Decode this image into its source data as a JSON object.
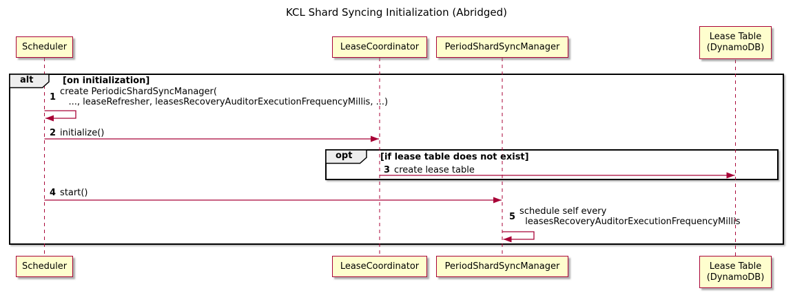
{
  "title": "KCL Shard Syncing Initialization (Abridged)",
  "participants": [
    {
      "id": "scheduler",
      "label": "Scheduler"
    },
    {
      "id": "lease-coordinator",
      "label": "LeaseCoordinator"
    },
    {
      "id": "period-shard-sync-manager",
      "label": "PeriodShardSyncManager"
    },
    {
      "id": "lease-table",
      "label": "Lease Table\n(DynamoDB)"
    }
  ],
  "frames": {
    "alt": {
      "keyword": "alt",
      "guard": "[on initialization]"
    },
    "opt": {
      "keyword": "opt",
      "guard": "[if lease table does not exist]"
    }
  },
  "messages": [
    {
      "num": "1",
      "label": "create PeriodicShardSyncManager(\n   ..., leaseRefresher, leasesRecoveryAuditorExecutionFrequencyMillis, ...)",
      "from": "Scheduler",
      "to": "Scheduler",
      "type": "self"
    },
    {
      "num": "2",
      "label": "initialize()",
      "from": "Scheduler",
      "to": "LeaseCoordinator",
      "type": "solid"
    },
    {
      "num": "3",
      "label": "create lease table",
      "from": "LeaseCoordinator",
      "to": "Lease Table (DynamoDB)",
      "type": "solid"
    },
    {
      "num": "4",
      "label": "start()",
      "from": "Scheduler",
      "to": "PeriodShardSyncManager",
      "type": "solid"
    },
    {
      "num": "5",
      "label": "schedule self every\n  leasesRecoveryAuditorExecutionFrequencyMillis",
      "from": "PeriodShardSyncManager",
      "to": "PeriodShardSyncManager",
      "type": "self"
    }
  ],
  "colors": {
    "participant_fill": "#FEFECE",
    "participant_border": "#A80036",
    "arrow": "#A80036",
    "lifeline": "#A80036",
    "frame_border": "#000000",
    "frame_tab_fill": "#EEEEEE",
    "background": "#FFFFFF"
  }
}
